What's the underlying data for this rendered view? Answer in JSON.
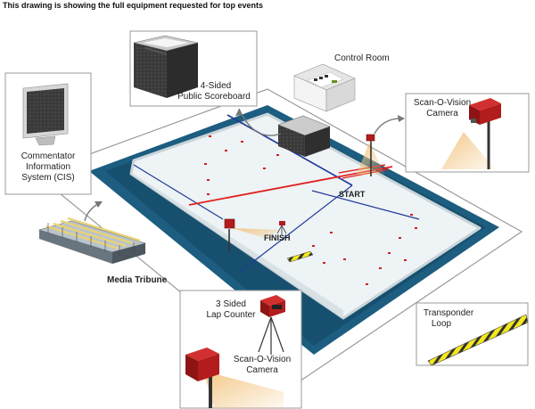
{
  "header": {
    "caption": "This drawing is showing the full equipment requested for top events"
  },
  "labels": {
    "scoreboard_line1": "4-Sided",
    "scoreboard_line2": "Public Scoreboard",
    "control_room": "Control Room",
    "camera_top_line1": "Scan-O-Vision",
    "camera_top_line2": "Camera",
    "commentator_line1": "Commentator",
    "commentator_line2": "Information",
    "commentator_line3": "System (CIS)",
    "start": "START",
    "finish": "FINISH",
    "media_tribune": "Media Tribune",
    "lap_counter_line1": "3 Sided",
    "lap_counter_line2": "Lap Counter",
    "camera_bottom_line1": "Scan-O-Vision",
    "camera_bottom_line2": "Camera",
    "transponder_line1": "Transponder",
    "transponder_line2": "Loop"
  },
  "colors": {
    "ice": "#eef3f5",
    "boards": "#1c5d80",
    "red_line": "#e02020",
    "blue_line": "#203a9a",
    "camera_red": "#b31c1c",
    "beam": "#f2c27a",
    "transponder_yellow": "#f3e81b"
  }
}
